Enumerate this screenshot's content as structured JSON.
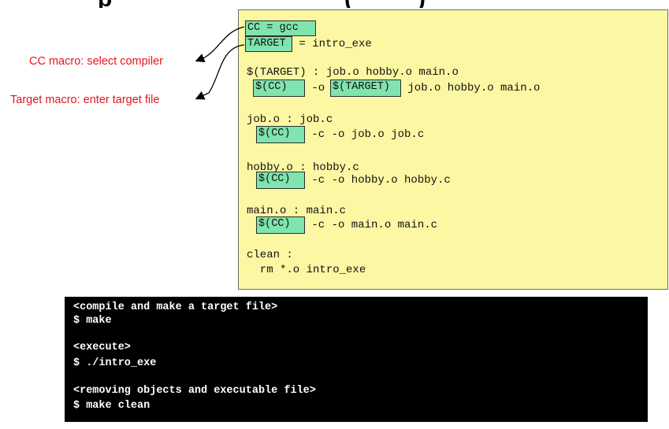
{
  "title": {
    "left_fragment": "p",
    "right_fragment": "(",
    "right_end": ")"
  },
  "annotations": [
    {
      "text": "CC macro: select compiler"
    },
    {
      "text": "Target macro: enter target file"
    }
  ],
  "makefile": {
    "line_cc": {
      "macro": "CC = gcc"
    },
    "line_target": {
      "macro": "TARGET",
      "rest": " = intro_exe"
    },
    "rule_target_head": "$(TARGET) : job.o hobby.o main.o",
    "rule_target_cmd": {
      "cc": "$(CC)",
      "mid": " -o ",
      "target": "$(TARGET)",
      "rest": " job.o hobby.o main.o"
    },
    "rule_job_head": "job.o : job.c",
    "rule_job_cmd": {
      "cc": "$(CC)",
      "rest": " -c -o job.o job.c"
    },
    "rule_hobby_head": "hobby.o : hobby.c",
    "rule_hobby_cmd": {
      "cc": "$(CC)",
      "rest": " -c -o hobby.o hobby.c"
    },
    "rule_main_head": "main.o : main.c",
    "rule_main_cmd": {
      "cc": "$(CC)",
      "rest": " -c -o main.o main.c"
    },
    "rule_clean_head": "clean :",
    "rule_clean_cmd": "  rm *.o intro_exe"
  },
  "terminal": {
    "lines": [
      "<compile and make a target file>",
      "$ make",
      "",
      "<execute>",
      "$ ./intro_exe",
      "",
      "<removing objects and executable file>",
      "$ make clean"
    ]
  },
  "colors": {
    "annotation": "#e3141b",
    "code_bg": "#fbf7a3",
    "highlight": "#7fe4ad",
    "terminal_bg": "#000000",
    "terminal_fg": "#ffffff"
  }
}
